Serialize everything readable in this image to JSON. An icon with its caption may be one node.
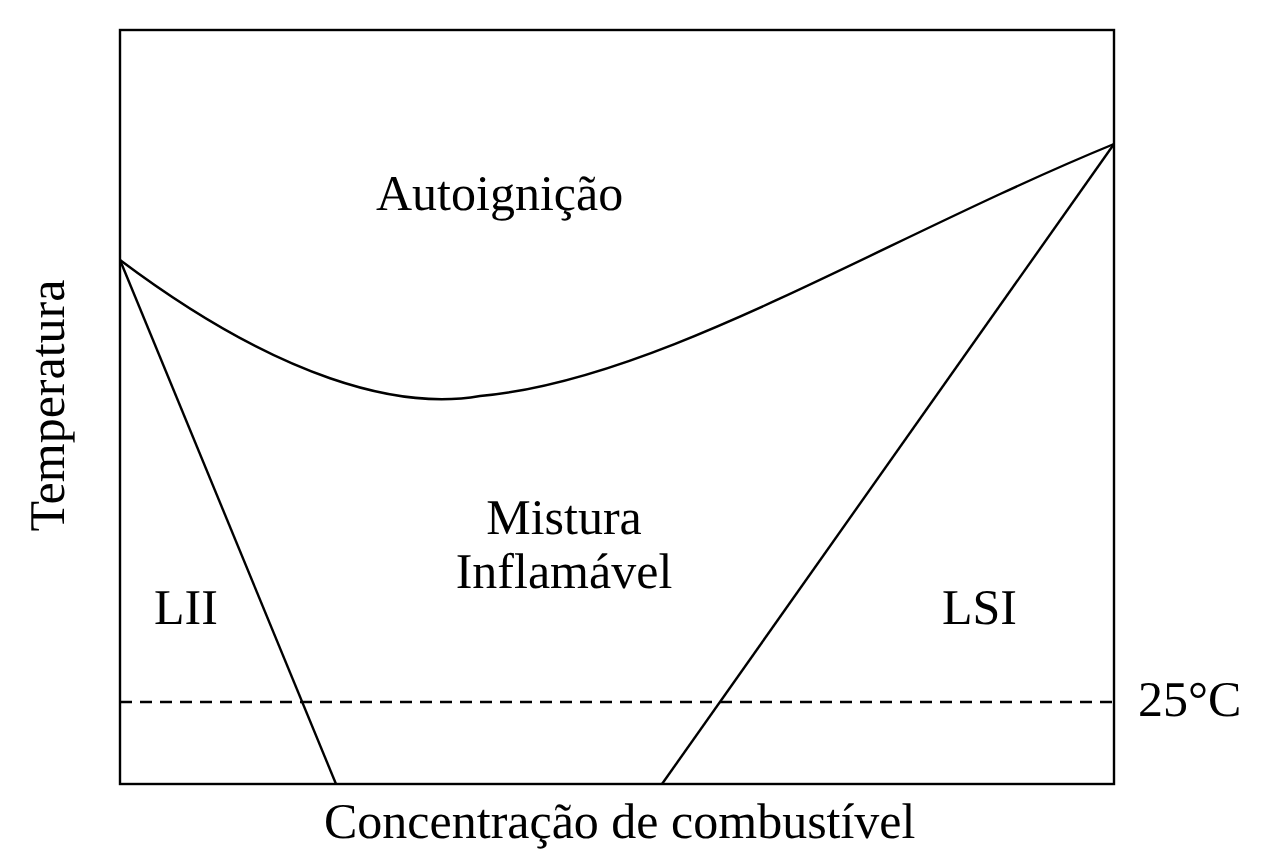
{
  "diagram": {
    "labels": [
      "Autoignição",
      "Mistura Inflamável",
      "LII",
      "LSI",
      "25°C",
      "Temperatura",
      "Concentração de combustível"
    ]
  }
}
